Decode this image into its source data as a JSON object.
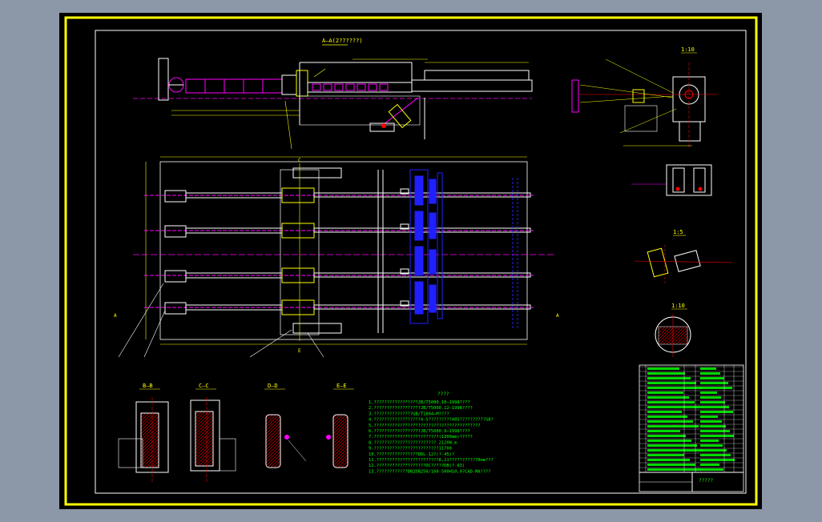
{
  "canvas": {
    "background": "#000000",
    "page": "#8c97a8"
  },
  "colors": {
    "frame": "#ffff00",
    "line": "#ffffff",
    "accent": "#ff00ff",
    "blue": "#2020ff",
    "green": "#00ff00",
    "red": "#ff0000",
    "cyan": "#00ffff"
  },
  "views": {
    "section_aa": "A—A(2??????)",
    "detail_top": "1:10",
    "detail_mid": "1:5",
    "detail_round": "1:10",
    "section_bb": "B—B",
    "section_cc": "C—C",
    "section_dd": "D—D",
    "section_ee": "E—E",
    "marker_a_left": "A",
    "marker_a_right": "A",
    "marker_c": "C",
    "marker_e": "E"
  },
  "notes": {
    "title": "????",
    "lines": [
      "1.?????????????????JB/T5000.10—1998????",
      "2.??????????????????JB/T5000.12—1998????",
      "3.???????????????GB/T1804—M????",
      "4.??????????????????4-5?????????405??????????S8?",
      "5.?????????????????????????????????????????",
      "6.??????????????????JB/T5000.9—1998????",
      "7.?????????????????????????(1300mm)?????",
      "8.???????????????????????? 2120N.m",
      "9.?????????????????????????11700",
      "10.????????????????DDL-12?(?-45)?",
      "11.????????????????????????8,21??????????70mm???",
      "12.???????????????????DC?????DB(?-63)",
      "13.????????????DB2DB250/160-500H10,0?CAD-MA????"
    ]
  },
  "titleblock": {
    "caption": "?????"
  }
}
